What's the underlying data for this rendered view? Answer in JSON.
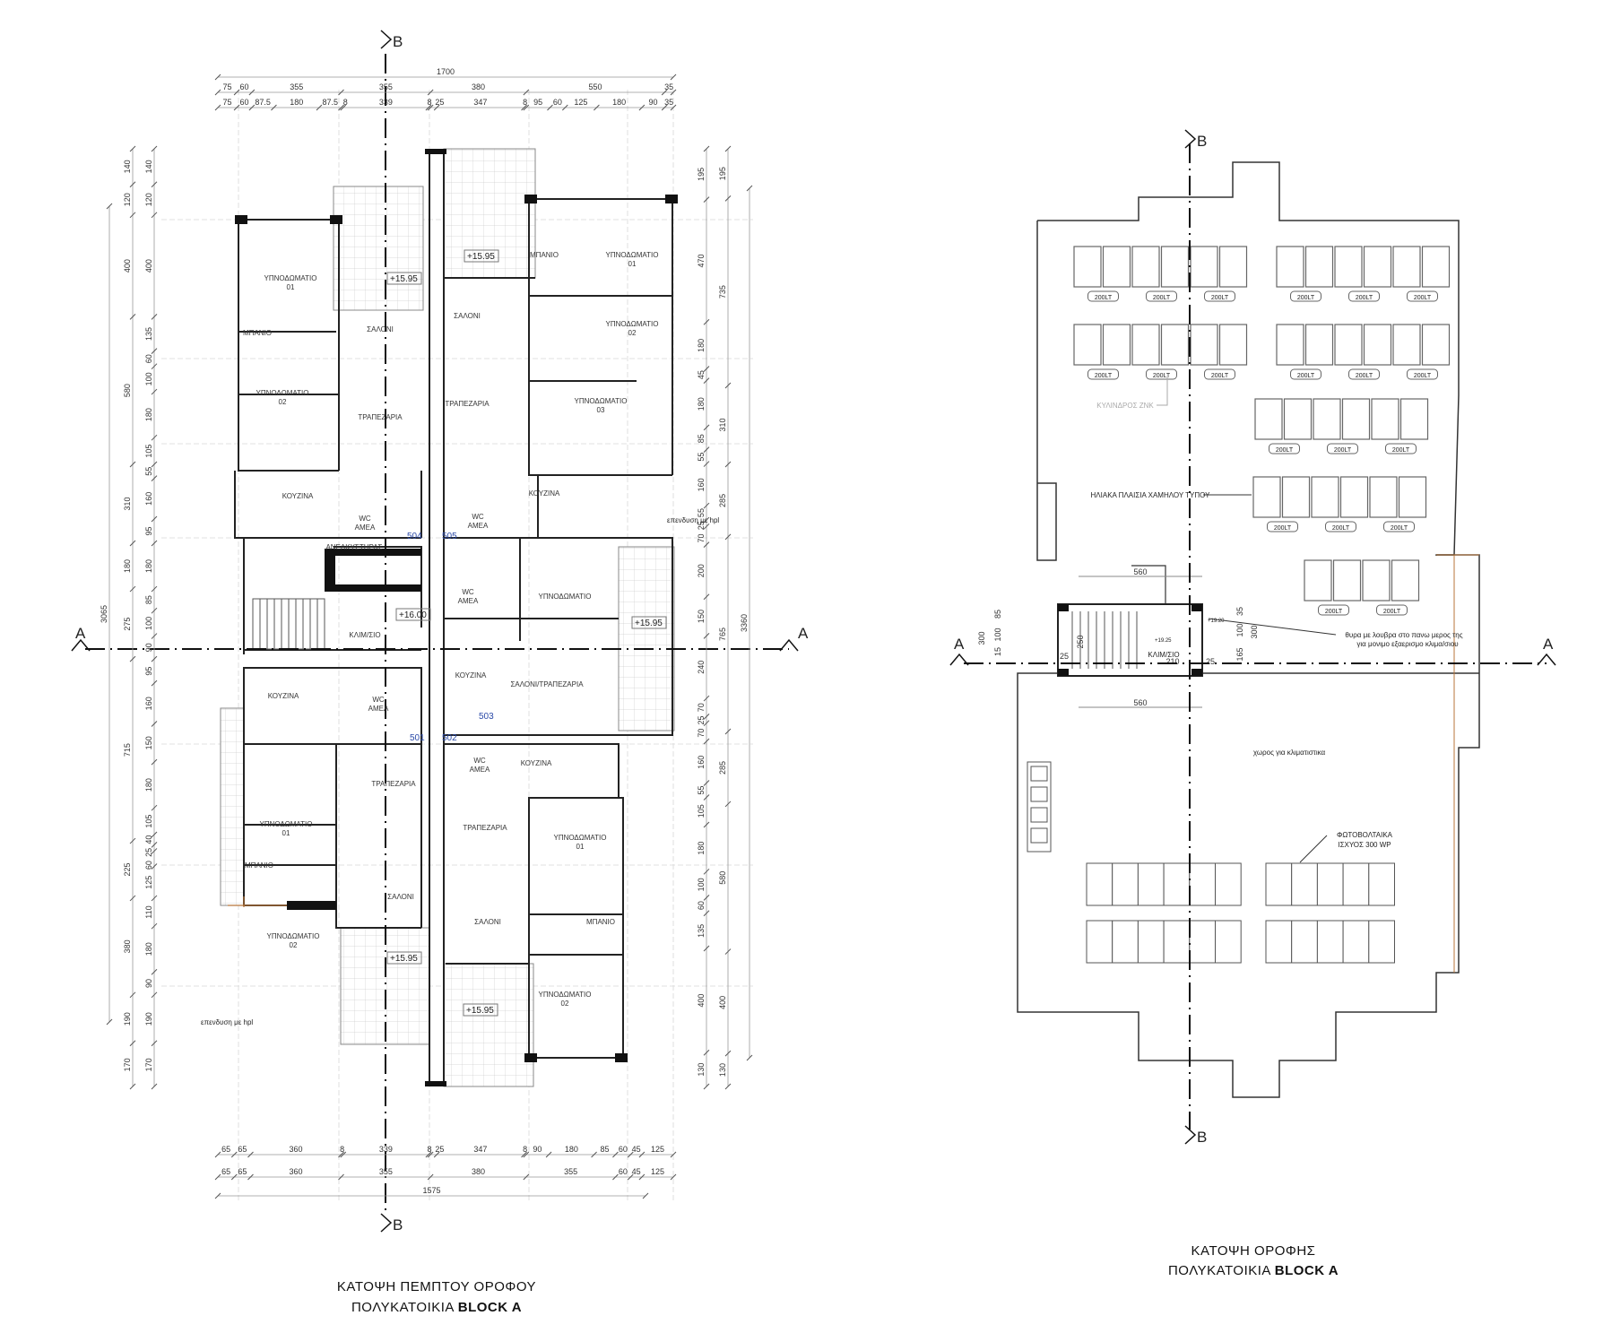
{
  "section_marks": {
    "b": "B",
    "a": "A"
  },
  "left_plan": {
    "title_line1": "ΚΑΤΟΨΗ ΠΕΜΠΤΟΥ ΟΡΟΦΟΥ",
    "title_line2_prefix": "ΠΟΛΥΚΑΤΟΙΚΙΑ ",
    "title_line2_bold": "BLOCK A",
    "dims_top": {
      "total": "1700",
      "row1": [
        "75",
        "60",
        "355",
        "355",
        "380",
        "550",
        "35"
      ],
      "row2": [
        "75",
        "60",
        "87.5",
        "180",
        "87.5",
        "8",
        "339",
        "8",
        "25",
        "347",
        "8",
        "95",
        "60",
        "125",
        "180",
        "90",
        "35"
      ]
    },
    "dims_bottom": {
      "row1": [
        "65",
        "65",
        "360",
        "8",
        "339",
        "8",
        "25",
        "347",
        "8",
        "90",
        "180",
        "85",
        "60",
        "45",
        "125"
      ],
      "row2": [
        "65",
        "65",
        "360",
        "355",
        "380",
        "355",
        "60",
        "45",
        "125"
      ],
      "total": "1575"
    },
    "dims_left": {
      "total": "3065",
      "outer": [
        "140",
        "120",
        "400",
        "580",
        "310",
        "180",
        "275",
        "715",
        "225",
        "380",
        "190",
        "170"
      ],
      "inner": [
        "140",
        "120",
        "400",
        "135",
        "60",
        "100",
        "180",
        "105",
        "55",
        "160",
        "95",
        "180",
        "85",
        "100",
        "90",
        "95",
        "160",
        "150",
        "180",
        "105",
        "40",
        "25",
        "60",
        "125",
        "110",
        "180",
        "90",
        "190",
        "170"
      ]
    },
    "dims_right": {
      "total": "3360",
      "outer": [
        "195",
        "470",
        "180",
        "45",
        "180",
        "85",
        "55",
        "160",
        "55",
        "25",
        "70",
        "200",
        "150",
        "240",
        "70",
        "25",
        "70",
        "160",
        "55",
        "105",
        "180",
        "100",
        "60",
        "135",
        "400",
        "130"
      ],
      "inner": [
        "195",
        "735",
        "310",
        "285",
        "765",
        "285",
        "580",
        "400",
        "130"
      ]
    },
    "rooms": [
      {
        "name": "ΥΠΝΟΔΩΜΑΤΙΟ",
        "num": "01"
      },
      {
        "name": "ΜΠΑΝΙΟ"
      },
      {
        "name": "ΥΠΝΟΔΩΜΑΤΙΟ",
        "num": "02"
      },
      {
        "name": "ΣΑΛΟΝΙ"
      },
      {
        "name": "ΤΡΑΠΕΖΑΡΙΑ"
      },
      {
        "name": "ΚΟΥΖΙΝΑ"
      },
      {
        "name": "WC",
        "num": "ΑΜΕΑ"
      },
      {
        "name": "ΣΑΛΟΝΙ"
      },
      {
        "name": "ΤΡΑΠΕΖΑΡΙΑ"
      },
      {
        "name": "ΚΟΥΖΙΝΑ"
      },
      {
        "name": "WC",
        "num": "ΑΜΕΑ"
      },
      {
        "name": "ΜΠΑΝΙΟ"
      },
      {
        "name": "ΥΠΝΟΔΩΜΑΤΙΟ",
        "num": "01"
      },
      {
        "name": "ΥΠΝΟΔΩΜΑΤΙΟ",
        "num": "02"
      },
      {
        "name": "ΥΠΝΟΔΩΜΑΤΙΟ",
        "num": "03"
      },
      {
        "name": "ΑΝΕΛΚΥΣΤΗΡΑΣ"
      },
      {
        "name": "ΚΛΙΜ/ΣΙΟ"
      },
      {
        "name": "ΥΠΝΟΔΩΜΑΤΙΟ"
      },
      {
        "name": "ΚΟΥΖΙΝΑ"
      },
      {
        "name": "ΣΑΛΟΝΙ/ΤΡΑΠΕΖΑΡΙΑ"
      },
      {
        "name": "WC",
        "num": "ΑΜΕΑ"
      },
      {
        "name": "ΚΟΥΖΙΝΑ"
      },
      {
        "name": "WC",
        "num": "ΑΜΕΑ"
      },
      {
        "name": "ΤΡΑΠΕΖΑΡΙΑ"
      },
      {
        "name": "ΥΠΝΟΔΩΜΑΤΙΟ",
        "num": "01"
      },
      {
        "name": "ΜΠΑΝΙΟ"
      },
      {
        "name": "ΣΑΛΟΝΙ"
      },
      {
        "name": "ΥΠΝΟΔΩΜΑΤΙΟ",
        "num": "02"
      },
      {
        "name": "ΚΟΥΖΙΝΑ"
      },
      {
        "name": "WC",
        "num": "ΑΜΕΑ"
      },
      {
        "name": "ΤΡΑΠΕΖΑΡΙΑ"
      },
      {
        "name": "ΥΠΝΟΔΩΜΑΤΙΟ",
        "num": "01"
      },
      {
        "name": "ΜΠΑΝΙΟ"
      },
      {
        "name": "ΣΑΛΟΝΙ"
      },
      {
        "name": "ΥΠΝΟΔΩΜΑΤΙΟ",
        "num": "02"
      }
    ],
    "levels": [
      "+15.95",
      "+15.95",
      "+15.95",
      "+15.95",
      "+15.95",
      "+16.00"
    ],
    "doors": [
      "504",
      "505",
      "501",
      "502",
      "503"
    ],
    "notes": [
      "επενδυση με hpl",
      "επενδυση με hpl"
    ]
  },
  "right_plan": {
    "title_line1": "ΚΑΤΟΨΗ ΟΡΟΦΗΣ",
    "title_line2_prefix": "ΠΟΛΥΚΑΤΟΙΚΙΑ ",
    "title_line2_bold": "BLOCK A",
    "tank_label": "200LT",
    "cylinder_label": "ΚΥΛΙΝΔΡΟΣ ΖΝΚ",
    "solar_label": "ΗΛΙΑΚΑ ΠΛΑΙΣΙΑ ΧΑΜΗΛΟΥ ΤΥΠΟΥ",
    "ac_area": "χωρος για κλιματιστικα",
    "pv_line1": "ΦΩΤΟΒΟΛΤΑΙΚΑ",
    "pv_line2": "ΙΣΧΥΟΣ  300 WP",
    "louvre_note_1": "θυρα με λουβρα στο πανω μερος της",
    "louvre_note_2": "για μονιμο εξαερισμο κλιμα/σιου",
    "stair_room": "ΚΛΙΜ/ΣΙΟ",
    "levels": [
      "+19.20",
      "+19.25"
    ],
    "dims": [
      "560",
      "560",
      "85",
      "100",
      "15",
      "300",
      "35",
      "100",
      "165",
      "300",
      "210",
      "25",
      "25",
      "250"
    ]
  }
}
